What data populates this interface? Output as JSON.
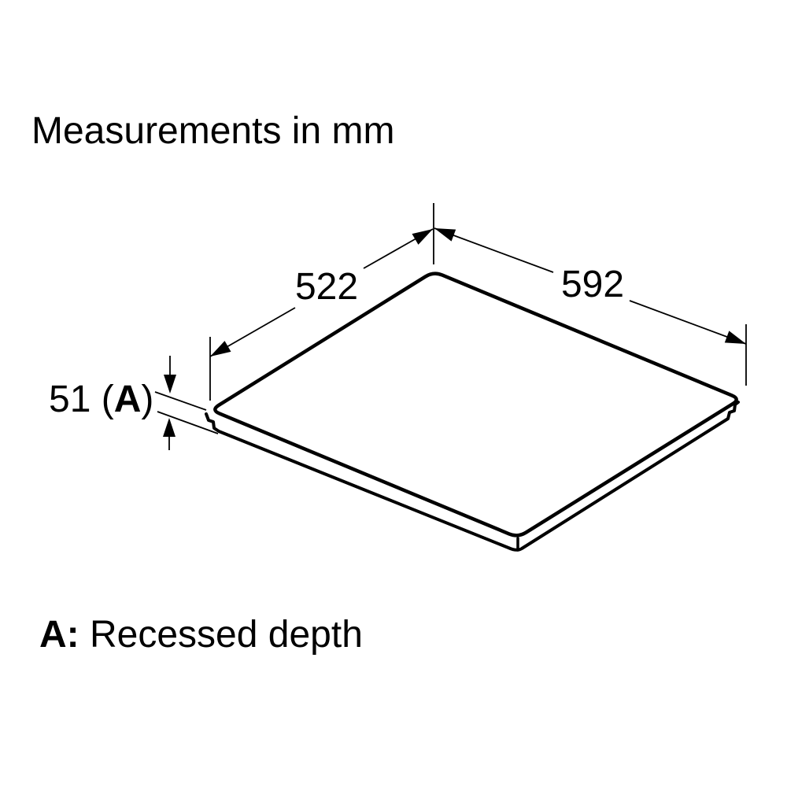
{
  "page": {
    "background": "#ffffff",
    "ink": "#000000"
  },
  "title": "Measurements in mm",
  "dimensions": {
    "depth": {
      "label": "522",
      "value_mm": 522
    },
    "width": {
      "label": "592",
      "value_mm": 592
    },
    "recess": {
      "prefix": "51 (",
      "ref": "A",
      "suffix": ")",
      "value_mm": 51
    }
  },
  "legend": {
    "ref": "A:",
    "description": " Recessed depth"
  }
}
